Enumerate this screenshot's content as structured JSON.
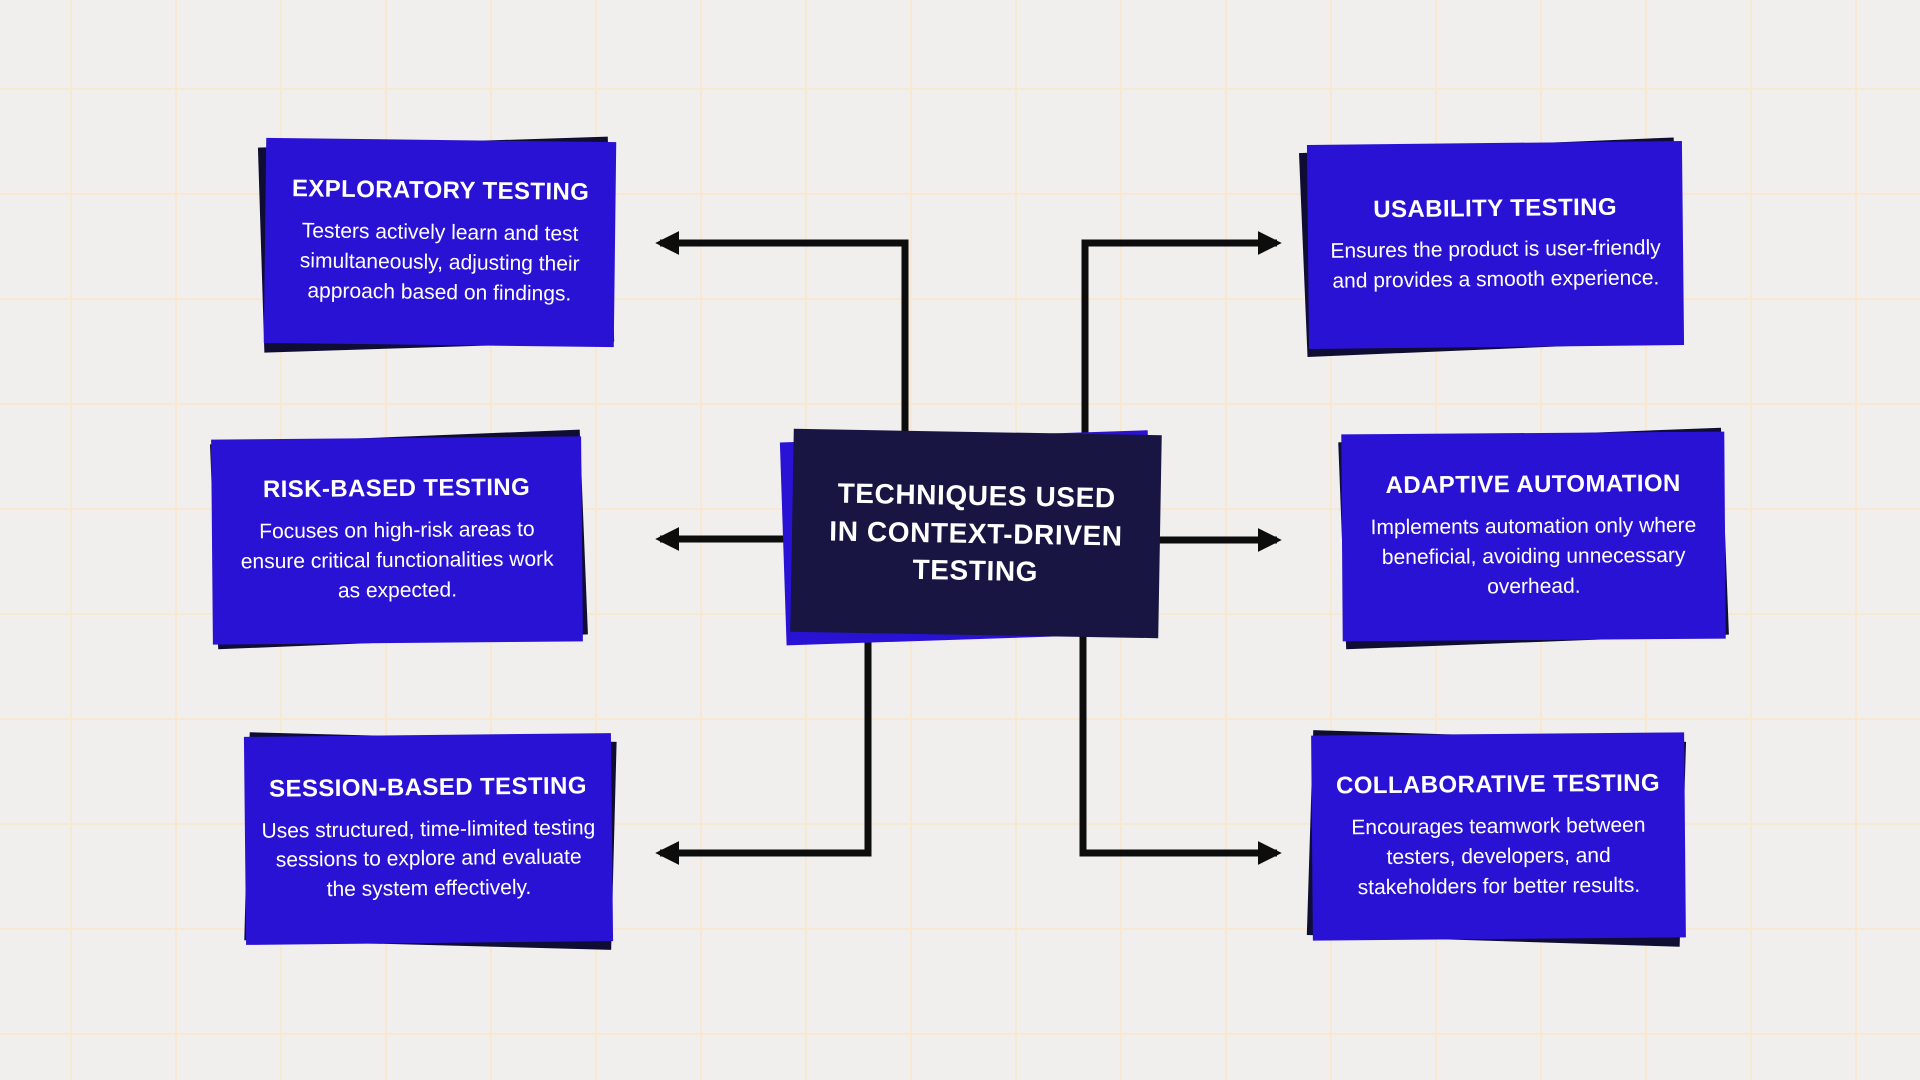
{
  "diagram": {
    "center": {
      "title": "TECHNIQUES USED IN CONTEXT-DRIVEN TESTING"
    },
    "cards": [
      {
        "id": "exploratory-testing",
        "title": "EXPLORATORY TESTING",
        "description": "Testers actively learn and test simultaneously, adjusting their approach based on findings."
      },
      {
        "id": "risk-based-testing",
        "title": "RISK-BASED TESTING",
        "description": "Focuses on high-risk areas to ensure critical functionalities work as expected."
      },
      {
        "id": "session-based-testing",
        "title": "SESSION-BASED TESTING",
        "description": "Uses structured, time-limited testing sessions to explore and evaluate the system effectively."
      },
      {
        "id": "usability-testing",
        "title": "USABILITY TESTING",
        "description": "Ensures the product is user-friendly and provides a smooth experience."
      },
      {
        "id": "adaptive-automation",
        "title": "ADAPTIVE AUTOMATION",
        "description": "Implements automation only where beneficial, avoiding unnecessary overhead."
      },
      {
        "id": "collaborative-testing",
        "title": "COLLABORATIVE TESTING",
        "description": "Encourages teamwork between testers, developers, and stakeholders for better results."
      }
    ],
    "connections": [
      {
        "from": "center",
        "to": "exploratory-testing",
        "direction": "up-left"
      },
      {
        "from": "center",
        "to": "usability-testing",
        "direction": "up-right"
      },
      {
        "from": "center",
        "to": "risk-based-testing",
        "direction": "left"
      },
      {
        "from": "center",
        "to": "adaptive-automation",
        "direction": "right"
      },
      {
        "from": "center",
        "to": "session-based-testing",
        "direction": "down-left"
      },
      {
        "from": "center",
        "to": "collaborative-testing",
        "direction": "down-right"
      }
    ],
    "colors": {
      "card_blue": "#2a12d4",
      "card_shadow_navy": "#0f0d33",
      "center_navy": "#181542",
      "center_back_blue": "#2a12d4",
      "background": "#f0efed",
      "grid_line": "#f8e8d2",
      "connector": "#0d0d0d",
      "text": "#ffffff"
    }
  }
}
